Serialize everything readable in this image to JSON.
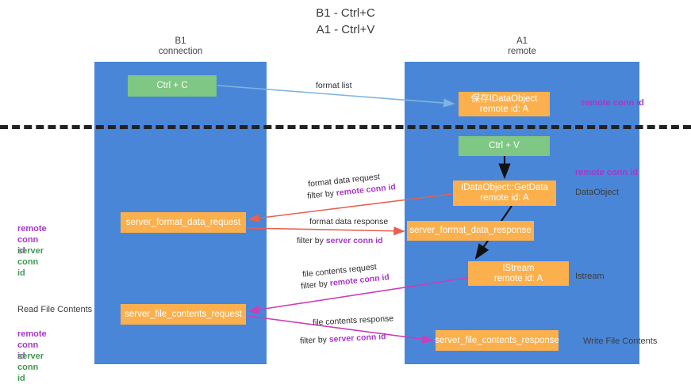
{
  "diagram": {
    "title": "B1 - Ctrl+C\nA1 - Ctrl+V",
    "lanes": [
      {
        "id": "b1",
        "label": "B1\nconnection"
      },
      {
        "id": "a1",
        "label": "A1\nremote"
      }
    ],
    "nodes": {
      "ctrl_c": "Ctrl + C",
      "save_idataobject": "保存IDataObject\nremote id: A",
      "ctrl_v": "Ctrl + V",
      "getdata": "IDataObject::GetData\nremote id: A",
      "server_format_data_request": "server_format_data_request",
      "server_format_data_response": "server_format_data_response",
      "istream": "IStream\nremote id: A",
      "server_file_contents_request": "server_file_contents_request",
      "server_file_contents_response": "server_file_contents_response"
    },
    "edge_labels": {
      "format_list": "format list",
      "format_data_request": "format data request",
      "format_data_request_filter_prefix": "filter by ",
      "format_data_request_filter_key": "remote conn id",
      "format_data_response": "format data response",
      "format_data_response_filter_prefix": "filter by ",
      "format_data_response_filter_key": "server conn id",
      "file_contents_request": "file contents request",
      "file_contents_request_filter_prefix": "filter by ",
      "file_contents_request_filter_key": "remote conn id",
      "file_contents_response": "file contents response",
      "file_contents_response_filter_prefix": "filter by ",
      "file_contents_response_filter_key": "server conn id"
    },
    "annotations": {
      "remote_conn_id_top": "remote conn id",
      "remote_conn_id_mid": "remote conn id",
      "dataobject": "DataObject",
      "istream": "Istream",
      "write_file_contents": "Write File Contents",
      "read_file_contents": "Read File Contents",
      "left_remote_conn_id": "remote conn id",
      "left_server_conn_id": "server conn id",
      "left_remote_conn_id_2": "remote conn id",
      "left_server_conn_id_2": "server conn id"
    },
    "colors": {
      "lane_blue": "#4a86d8",
      "node_green": "#7ec784",
      "node_orange": "#fbb04d",
      "accent_purple": "#a637c9",
      "accent_green": "#3f9a52",
      "arrow_lightblue": "#7fb4e0",
      "arrow_red": "#e8604f",
      "arrow_magenta": "#c93fb8",
      "arrow_black": "#111111",
      "divider": "#222222"
    }
  }
}
